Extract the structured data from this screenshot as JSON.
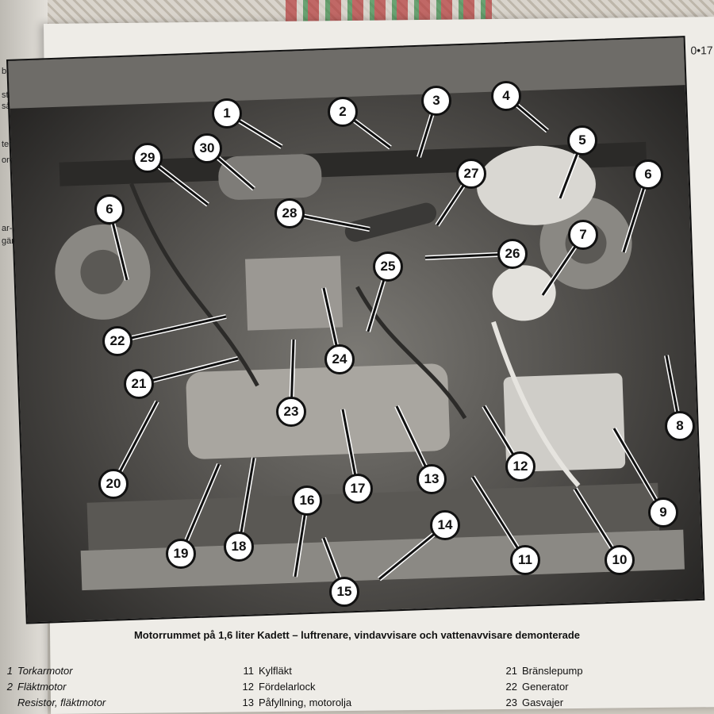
{
  "page_number": "0•17",
  "left_page_snippets": [
    "berni",
    "sta",
    "säll",
    "ten",
    "ordf",
    "ar-",
    "gär"
  ],
  "callouts": [
    "1",
    "2",
    "3",
    "4",
    "5",
    "6",
    "6",
    "7",
    "8",
    "9",
    "10",
    "11",
    "12",
    "13",
    "14",
    "15",
    "16",
    "17",
    "18",
    "19",
    "20",
    "21",
    "22",
    "23",
    "24",
    "25",
    "26",
    "27",
    "28",
    "29",
    "30"
  ],
  "caption": "Motorrummet på 1,6 liter Kadett – luftrenare, vindavvisare och vattenavvisare demonterade",
  "legend": {
    "col1": [
      {
        "num": "1",
        "text": "Torkarmotor"
      },
      {
        "num": "2",
        "text": "Fläktmotor"
      },
      {
        "num": "",
        "text": "Resistor, fläktmotor"
      }
    ],
    "col2": [
      {
        "num": "11",
        "text": "Kylfläkt"
      },
      {
        "num": "12",
        "text": "Fördelarlock"
      },
      {
        "num": "13",
        "text": "Påfyllning, motorolja"
      }
    ],
    "col3": [
      {
        "num": "21",
        "text": "Bränslepump"
      },
      {
        "num": "22",
        "text": "Generator"
      },
      {
        "num": "23",
        "text": "Gasvajer"
      }
    ]
  }
}
